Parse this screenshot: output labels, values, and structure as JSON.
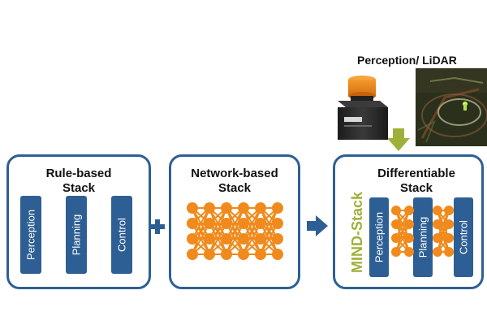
{
  "sensor": {
    "title": "Perception/ LiDAR"
  },
  "stacks": [
    {
      "title_line1": "Rule-based",
      "title_line2": "Stack",
      "modules": [
        "Perception",
        "Planning",
        "Control"
      ]
    },
    {
      "title_line1": "Network-based",
      "title_line2": "Stack"
    },
    {
      "title_line1": "Differentiable",
      "title_line2": "Stack",
      "label": "MIND-Stack",
      "modules": [
        "Perception",
        "Planning",
        "Control"
      ]
    }
  ],
  "colors": {
    "box_border": "#2e5f94",
    "module_fill": "#2e5f94",
    "neuron": "#f08a1c",
    "accent": "#9fb03a"
  },
  "icons": [
    "plus-icon",
    "arrow-right-icon",
    "arrow-down-icon",
    "lidar-sensor-image",
    "lidar-pointcloud-image"
  ]
}
